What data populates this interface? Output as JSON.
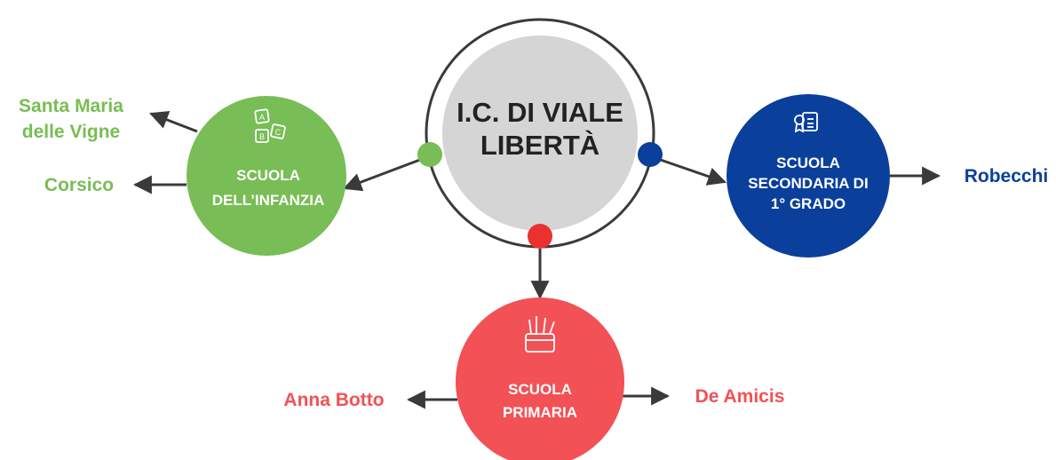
{
  "colors": {
    "infanzia": "#78bd55",
    "primaria": "#f25156",
    "secondaria": "#0a3f9c",
    "center_fill": "#d5d5d5",
    "center_ring": "#3a3a3a",
    "connector_primaria": "#ea3130",
    "arrow": "#3a3a3a",
    "text_white": "#ffffff",
    "text_dark": "#222222"
  },
  "center": {
    "line1": "I.C. DI VIALE",
    "line2": "LIBERTÀ"
  },
  "infanzia": {
    "line1": "SCUOLA",
    "line2": "DELL’INFANZIA",
    "icon": "abc-blocks-icon",
    "branches": {
      "santa_maria_line1": "Santa Maria",
      "santa_maria_line2": "delle Vigne",
      "corsico": "Corsico"
    }
  },
  "primaria": {
    "line1": "SCUOLA",
    "line2": "PRIMARIA",
    "icon": "pencil-cup-icon",
    "branches": {
      "anna_botto": "Anna Botto",
      "de_amicis": "De Amicis"
    }
  },
  "secondaria": {
    "line1": "SCUOLA",
    "line2": "SECONDARIA DI",
    "line3": "1° GRADO",
    "icon": "certificate-icon",
    "branches": {
      "robecchi": "Robecchi"
    }
  }
}
